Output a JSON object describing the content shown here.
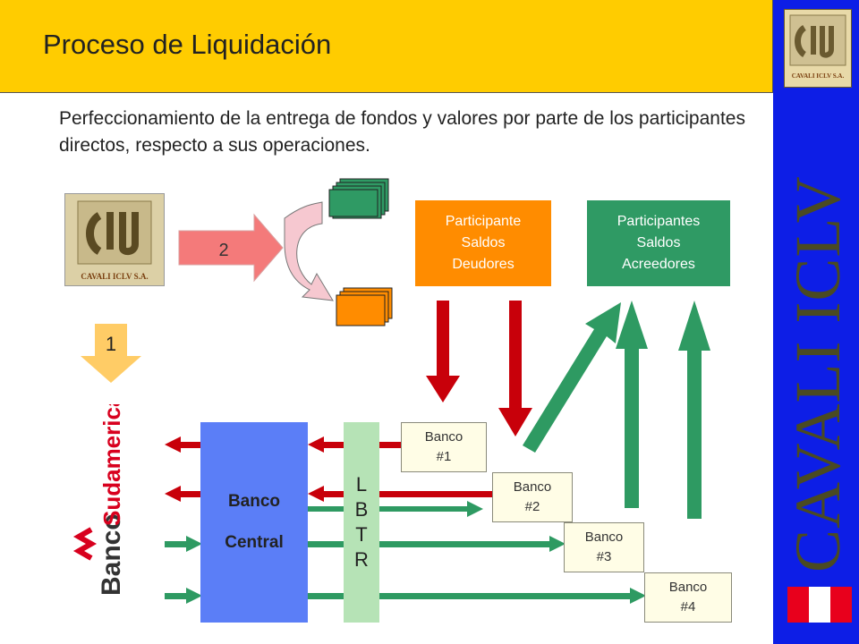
{
  "header": {
    "title": "Proceso de Liquidación"
  },
  "description": "Perfeccionamiento de la entrega de fondos y valores por parte de los participantes directos, respecto a sus operaciones.",
  "sidebar": {
    "brand_text": "CAVALI ICLV",
    "logo_text": "CAVALI ICLV S.A."
  },
  "logo_main": {
    "caption": "CAVALI ICLV S.A."
  },
  "bank_logo": {
    "text_1": "Banco",
    "text_2": "Sudamericano"
  },
  "steps": {
    "step_1": "1",
    "step_2": "2"
  },
  "participants": {
    "deudores": "Participante\nSaldos\nDeudores",
    "acreedores": "Participantes\nSaldos\nAcreedores"
  },
  "banco_central": {
    "line1": "Banco",
    "line2": "Central"
  },
  "lbtr": {
    "letters": [
      "L",
      "B",
      "T",
      "R"
    ]
  },
  "banks": [
    {
      "label": "Banco\n#1"
    },
    {
      "label": "Banco\n#2"
    },
    {
      "label": "Banco\n#3"
    },
    {
      "label": "Banco\n#4"
    }
  ],
  "colors": {
    "header": "#ffcc00",
    "sidebar": "#0d1ee6",
    "red_arrow": "#c8000a",
    "green_arrow": "#2e9a62",
    "deudores": "#ff8c00",
    "acreedores": "#2f9a64",
    "banco_central": "#5b7ef7",
    "lbtr": "#b6e3b6",
    "flag_red": "#e8001c"
  }
}
